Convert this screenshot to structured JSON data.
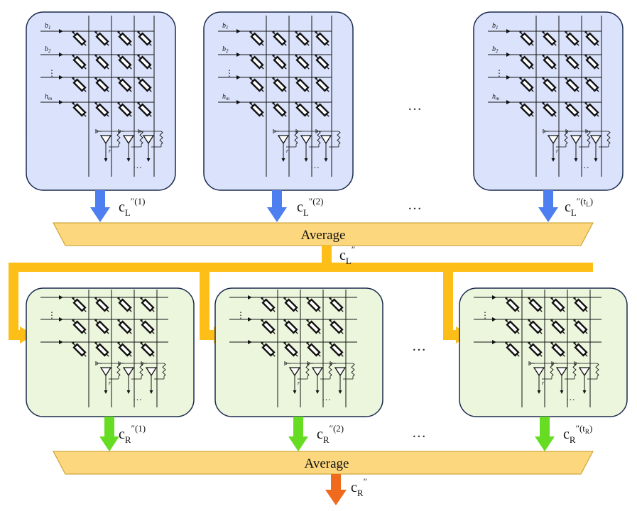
{
  "colors": {
    "top_box_fill": "#dae3fb",
    "bottom_box_fill": "#ecf6dd",
    "box_stroke": "#1b2a4e",
    "average_fill": "#fcd77d",
    "orange_bus": "#fdbf17",
    "blue_arrow": "#4d7ff0",
    "green_arrow": "#66dd22",
    "output_arrow": "#f06a1d"
  },
  "top_row": {
    "crossbars": [
      {
        "inputs": [
          "b",
          "b",
          "⋮",
          "h"
        ],
        "input_subscripts": [
          "1",
          "2",
          "",
          "m"
        ],
        "r_label": "r",
        "ellipsis": "…"
      },
      {
        "inputs": [
          "b",
          "b",
          "⋮",
          "h"
        ],
        "input_subscripts": [
          "1",
          "2",
          "",
          "m"
        ],
        "r_label": "r",
        "ellipsis": "…"
      },
      {
        "inputs": [
          "b",
          "b",
          "⋮",
          "h"
        ],
        "input_subscripts": [
          "1",
          "2",
          "",
          "m"
        ],
        "r_label": "r",
        "ellipsis": "…"
      }
    ],
    "between_ellipsis": "…",
    "outputs": [
      {
        "base": "c",
        "sub": "L",
        "sup": "″(1)"
      },
      {
        "base": "c",
        "sub": "L",
        "sup": "″(2)"
      },
      {
        "base": "c",
        "sub": "L",
        "sup": "″(t"
      },
      {
        "sup_tail_sub": "L",
        "sup_tail": ")"
      }
    ],
    "output_ellipsis": "…",
    "average_label": "Average",
    "average_output": {
      "base": "c",
      "sub": "L",
      "sup": "″"
    }
  },
  "bottom_row": {
    "crossbars": [
      {
        "inputs": [
          "",
          "⋮",
          ""
        ],
        "r_label": "r",
        "ellipsis": "…"
      },
      {
        "inputs": [
          "",
          "⋮",
          ""
        ],
        "r_label": "r",
        "ellipsis": "…"
      },
      {
        "inputs": [
          "",
          "⋮",
          ""
        ],
        "r_label": "r",
        "ellipsis": "…"
      }
    ],
    "between_ellipsis": "…",
    "outputs": [
      {
        "base": "c",
        "sub": "R",
        "sup": "″(1)"
      },
      {
        "base": "c",
        "sub": "R",
        "sup": "″(2)"
      },
      {
        "base": "c",
        "sub": "R",
        "sup": "″(t"
      },
      {
        "sup_tail_sub": "R",
        "sup_tail": ")"
      }
    ],
    "output_ellipsis": "…",
    "average_label": "Average",
    "average_output": {
      "base": "c",
      "sub": "R",
      "sup": "″"
    }
  }
}
